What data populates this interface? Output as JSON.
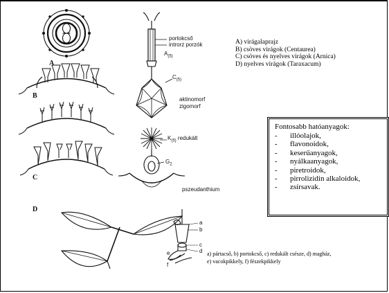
{
  "figure": {
    "panel_letters": [
      "A",
      "B",
      "C",
      "D"
    ],
    "labels": {
      "portokcso": "portokcső",
      "introrz_porzok": "introrz porzók",
      "a5_base": "A",
      "a5_sub": "(5)",
      "c5_base": "C",
      "c5_sub": "(5)",
      "aktinomorf": "aktinomorf",
      "zigomorf": "zigomorf",
      "k5_base": "K",
      "k5_sub": "(5)",
      "redukalt": "redukált",
      "g2_base": "G",
      "g2_sub": "2",
      "pszeudanthium": "pszeudanthium",
      "a": "a",
      "b": "b",
      "c": "c",
      "d": "d",
      "e": "e",
      "f": "f"
    }
  },
  "legend": [
    "A)  virágalaprajz",
    "B)  csöves virágok (Centaurea)",
    "C)  csöves és nyelves virágok (Arnica)",
    "D)  nyelves virágok (Taraxacum)"
  ],
  "substances": {
    "title": "Fontosabb hatóanyagok:",
    "bullet": "-",
    "items": [
      "illóolajok,",
      "flavonoidok,",
      "keserűanyagok,",
      "nyálkaanyagok,",
      "piretroidok,",
      "pirrolizidin alkaloidok,",
      "zsírsavak."
    ]
  },
  "caption": "a) pártacső, b) portokcső, c) redukált csésze, d) magház, e) vacokpikkely, f) fészekpikkely"
}
